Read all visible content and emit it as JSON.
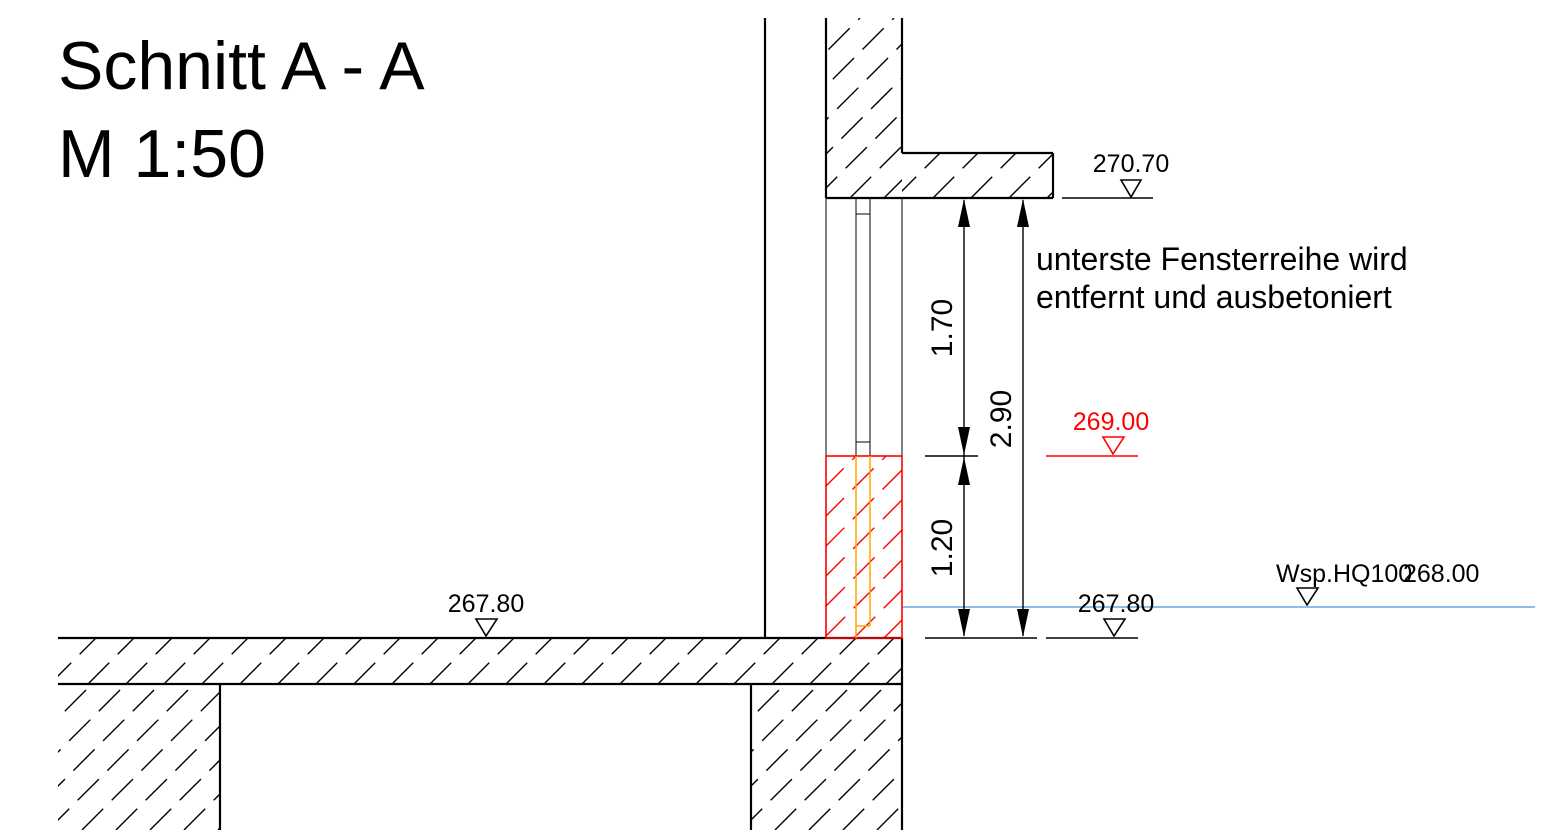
{
  "title": {
    "line1": "Schnitt A - A",
    "line2": "M 1:50"
  },
  "note": {
    "line1": "unterste Fensterreihe wird",
    "line2": "entfernt und ausbetoniert"
  },
  "levels": {
    "ceiling": "270.70",
    "flood_red": "269.00",
    "floor_inside": "267.80",
    "ground_outside": "267.80",
    "hq100_label": "Wsp.HQ100",
    "hq100_value": "268.00"
  },
  "dimensions": {
    "upper": "1.70",
    "total": "2.90",
    "lower": "1.20"
  },
  "colors": {
    "line": "#000000",
    "new_concrete": "#ff0000",
    "frame_edge": "#ffa500",
    "water": "#8fbfe8"
  }
}
